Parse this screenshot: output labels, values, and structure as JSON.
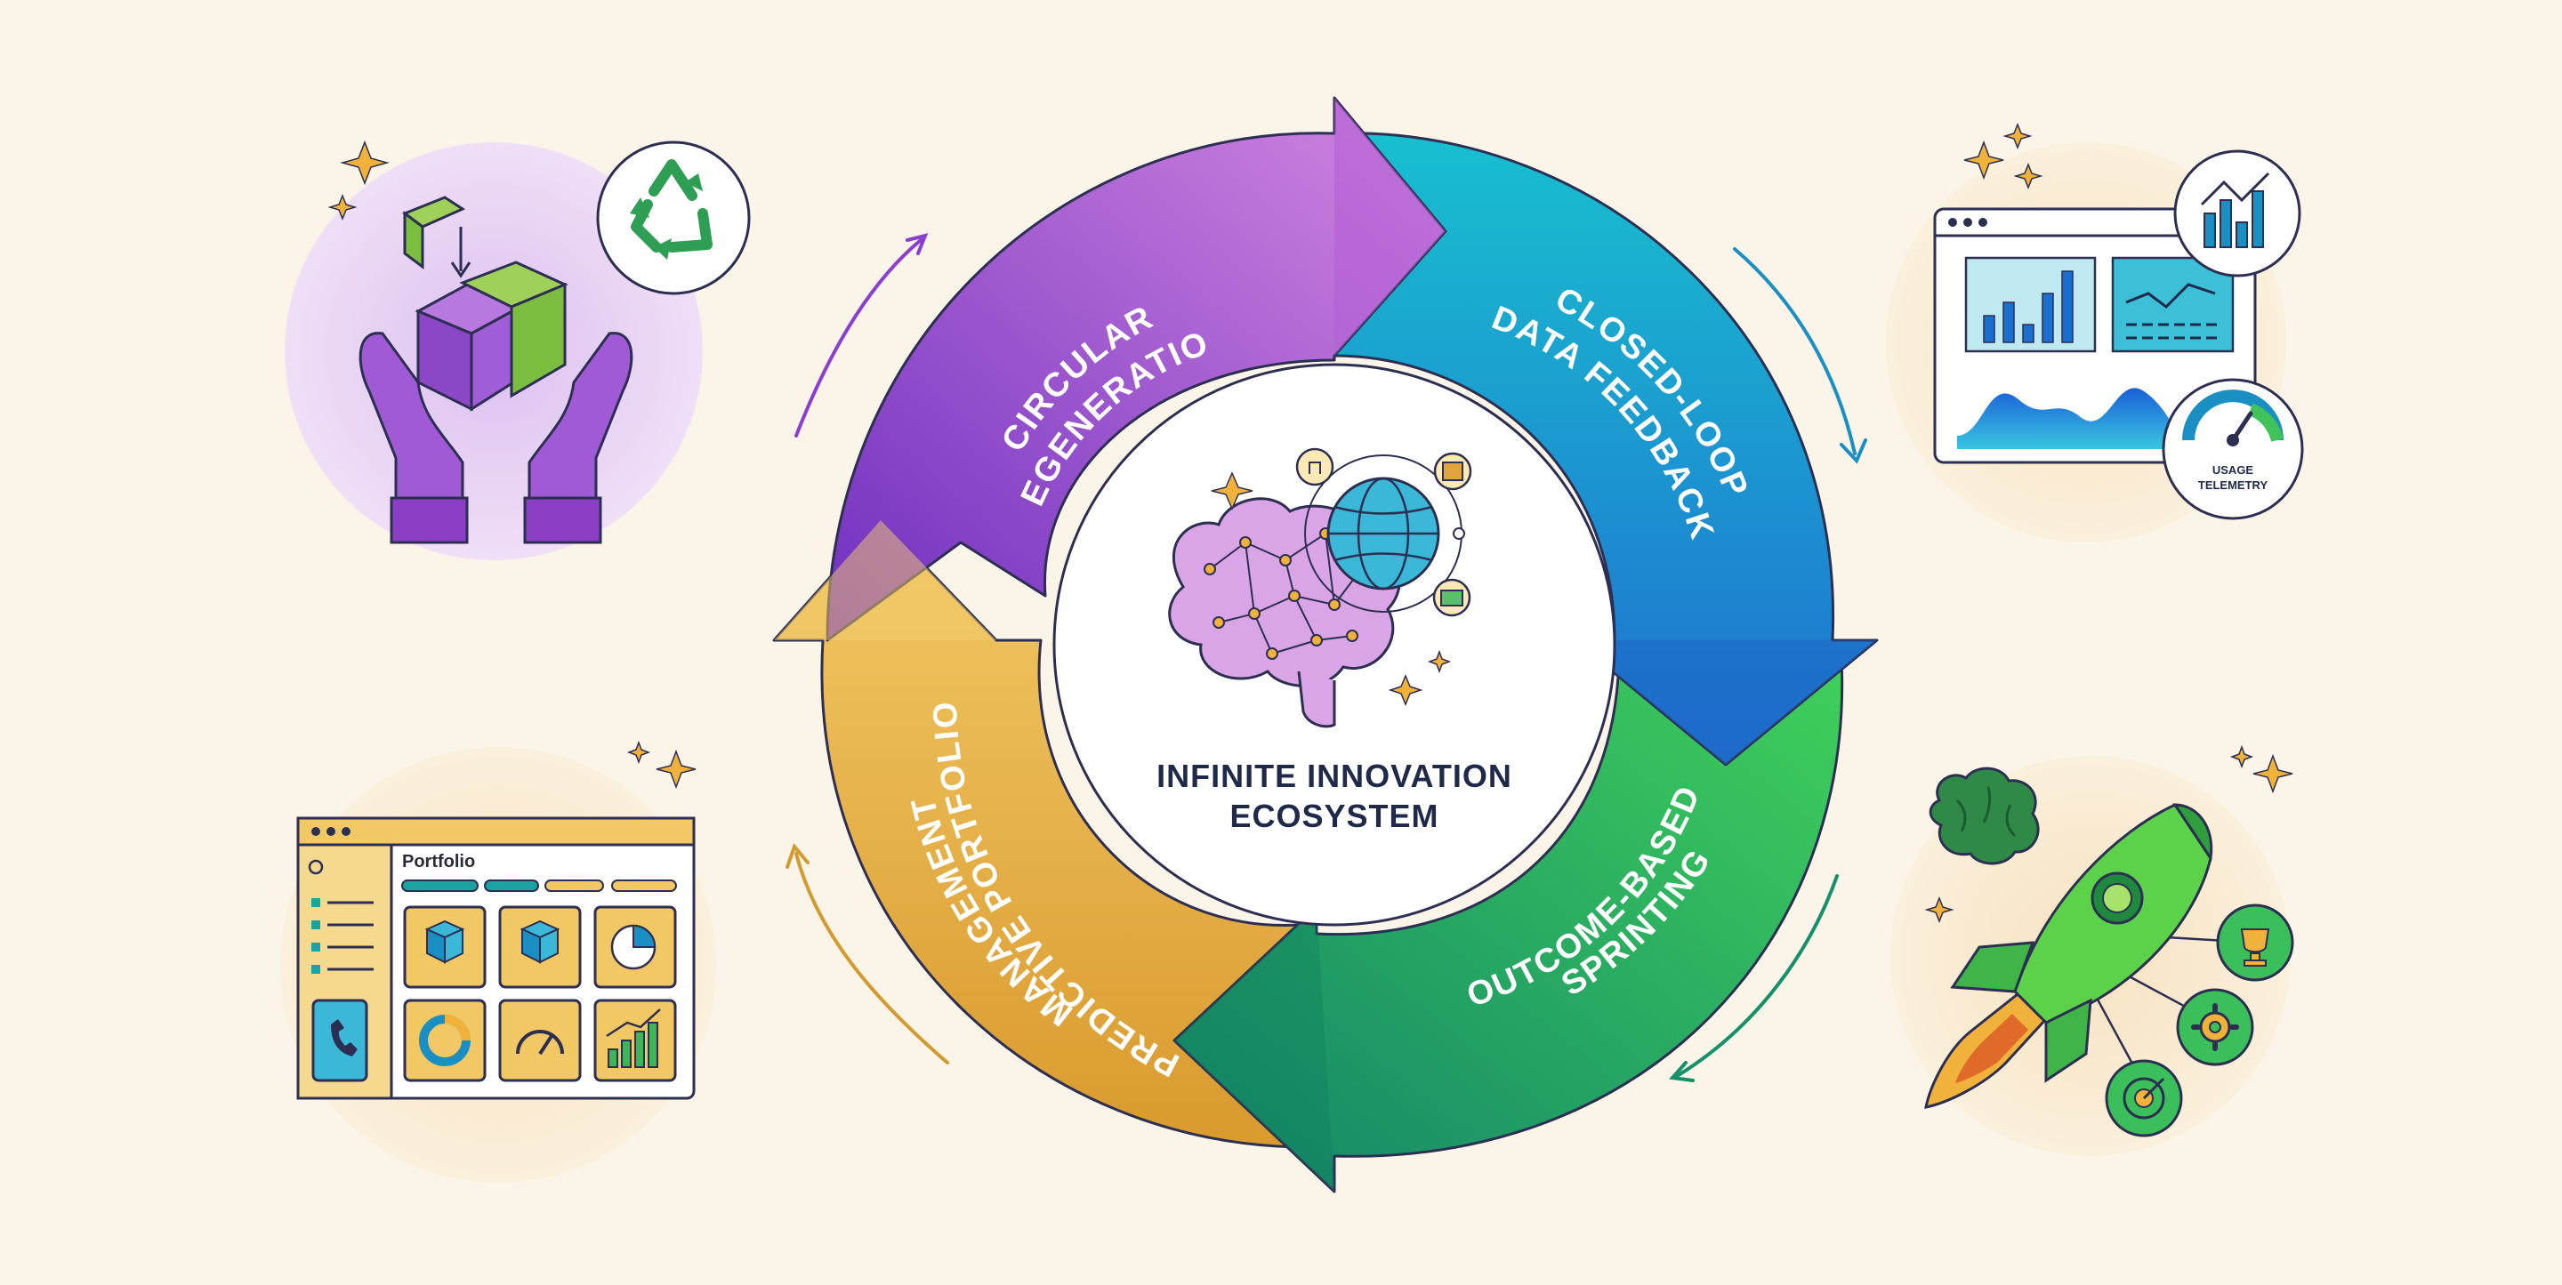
{
  "center": {
    "title_line1": "INFINITE INNOVATION",
    "title_line2": "ECOSYSTEM"
  },
  "segments": [
    {
      "line1": "CIRCULAR",
      "line2": "REGENERATION",
      "color": "#8e3fd6"
    },
    {
      "line1": "CLOSED-LOOP",
      "line2": "DATA FEEDBACK",
      "color": "#1aa3c8"
    },
    {
      "line1": "OUTCOME-BASED",
      "line2": "SPRINTING",
      "color": "#22b25a"
    },
    {
      "line1": "PREDICTIVE PORTFOLIO",
      "line2": "MANAGEMENT",
      "color": "#e0a43a"
    }
  ],
  "panels": {
    "telemetry": {
      "line1": "USAGE",
      "line2": "TELEMETRY"
    },
    "portfolio": {
      "title": "Portfolio"
    }
  },
  "icons": {
    "regeneration": [
      "recycle-icon",
      "hands-holding-box-icon"
    ],
    "feedback": [
      "dashboard-window-icon",
      "bar-chart-icon",
      "gauge-icon"
    ],
    "sprinting": [
      "rocket-icon",
      "brain-icon",
      "trophy-icon",
      "gear-icon",
      "target-icon"
    ],
    "portfolio": [
      "portfolio-window-icon",
      "phone-icon",
      "box-icon",
      "pie-chart-icon",
      "gauge-icon",
      "bar-chart-icon"
    ],
    "center": [
      "brain-network-icon",
      "globe-icon",
      "lightbulb-icon",
      "box-icon",
      "briefcase-icon"
    ]
  }
}
